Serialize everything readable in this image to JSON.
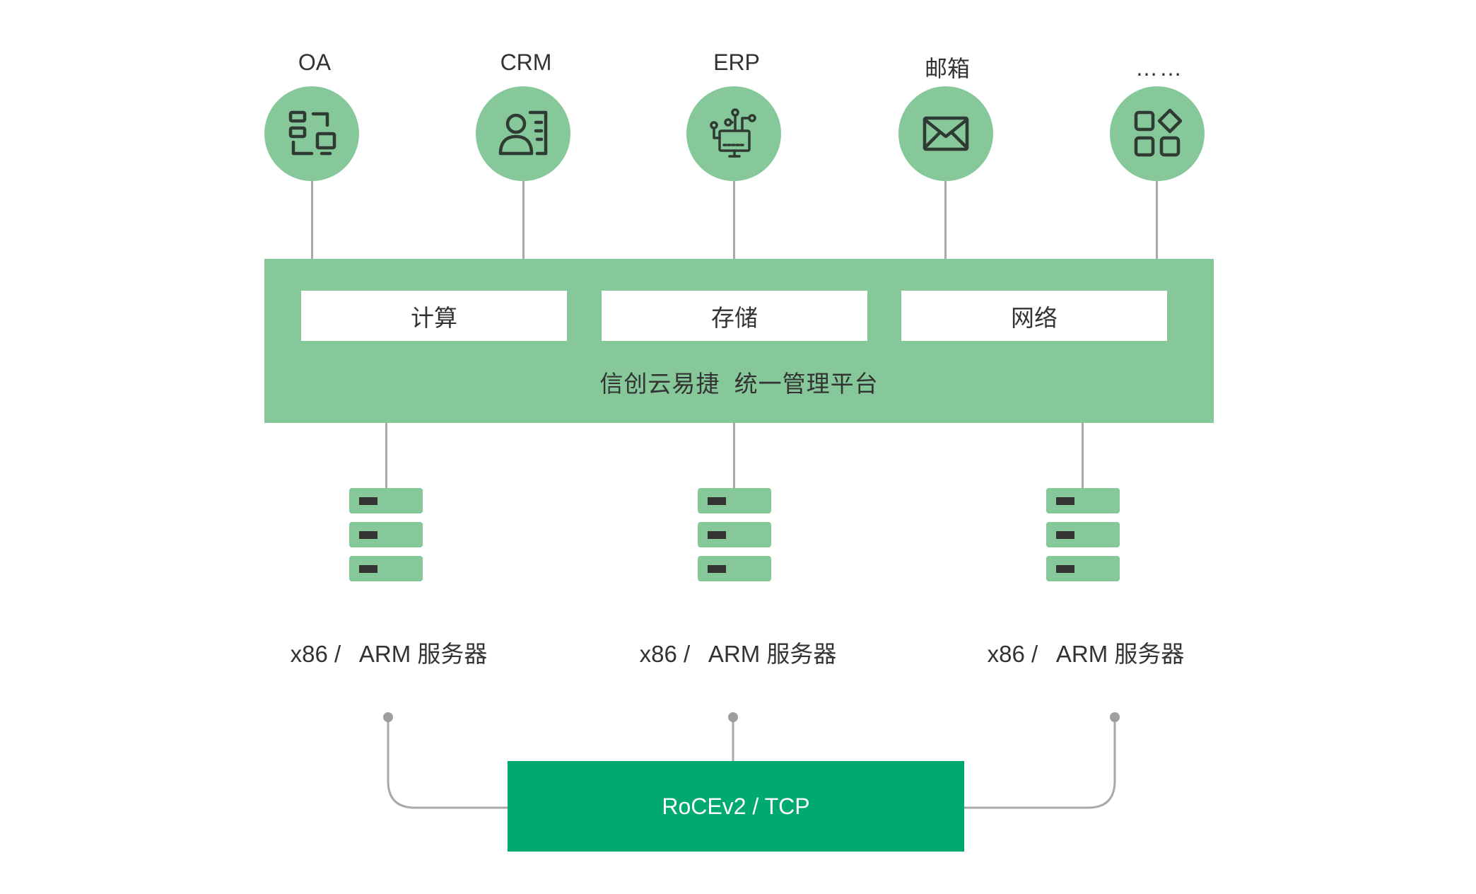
{
  "apps": [
    {
      "label": "OA",
      "icon": "oa-flow-icon"
    },
    {
      "label": "CRM",
      "icon": "crm-user-card-icon"
    },
    {
      "label": "ERP",
      "icon": "erp-monitor-network-icon"
    },
    {
      "label": "邮箱",
      "icon": "envelope-icon"
    },
    {
      "label": "……",
      "icon": "apps-grid-icon"
    }
  ],
  "platform": {
    "modules": [
      "计算",
      "存储",
      "网络"
    ],
    "title": "信创云易捷  统一管理平台"
  },
  "servers": [
    {
      "label": "x86 /   ARM 服务器"
    },
    {
      "label": "x86 /   ARM 服务器"
    },
    {
      "label": "x86 /   ARM 服务器"
    }
  ],
  "network": {
    "label": "RoCEv2 / TCP"
  },
  "colors": {
    "light_green": "#86c89a",
    "dark_green": "#00a872",
    "line_gray": "#a9a9a9",
    "text": "#333333",
    "icon_dark": "#2f3a33"
  }
}
